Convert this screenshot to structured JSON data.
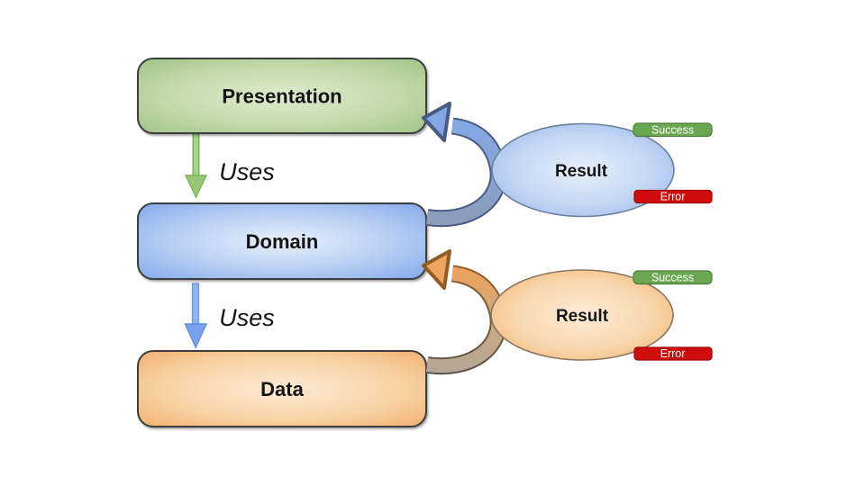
{
  "canvas": {
    "background": "#ffffff"
  },
  "architecture": {
    "layers": [
      {
        "name": "presentation",
        "label": "Presentation",
        "fill_center": "#dfeccf",
        "fill_edge": "#9cc181",
        "border": "#3d3d3d"
      },
      {
        "name": "domain",
        "label": "Domain",
        "fill_center": "#e9f0fc",
        "fill_edge": "#7aa4ea",
        "border": "#3d3d3d"
      },
      {
        "name": "data",
        "label": "Data",
        "fill_center": "#fcebd4",
        "fill_edge": "#f0ab66",
        "border": "#3d3d3d"
      }
    ],
    "uses_arrows": [
      {
        "label": "Uses",
        "from": "Presentation",
        "to": "Domain",
        "color": "#96c878"
      },
      {
        "label": "Uses",
        "from": "Domain",
        "to": "Data",
        "color": "#7aa2ec"
      }
    ],
    "result_flows": [
      {
        "label": "Result",
        "from": "Domain",
        "to": "Presentation",
        "theme": "blue",
        "ellipse_center": "#e8effb",
        "ellipse_edge": "#93b3e9",
        "arrow_head_color": "#82a5e6",
        "arrow_tail_color": "#8c9bb6",
        "badges": [
          {
            "label": "Success",
            "color": "#69a750"
          },
          {
            "label": "Error",
            "color": "#d10c0c"
          }
        ]
      },
      {
        "label": "Result",
        "from": "Data",
        "to": "Domain",
        "theme": "orange",
        "ellipse_center": "#fcecd6",
        "ellipse_edge": "#f1b06e",
        "arrow_head_color": "#efa45f",
        "arrow_tail_color": "#b1a697",
        "badges": [
          {
            "label": "Success",
            "color": "#69a750"
          },
          {
            "label": "Error",
            "color": "#d10c0c"
          }
        ]
      }
    ]
  }
}
